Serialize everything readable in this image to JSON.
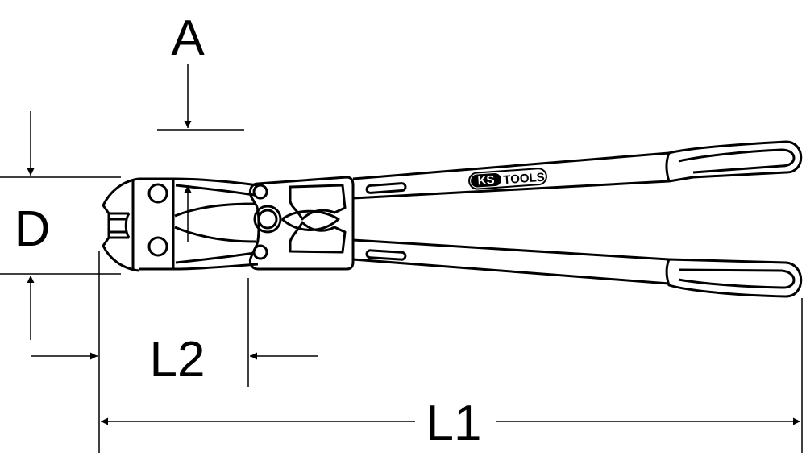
{
  "diagram": {
    "subject": "bolt-cutter",
    "dimension_labels": {
      "a": "A",
      "d": "D",
      "l1": "L1",
      "l2": "L2"
    },
    "logo": {
      "text_ks": "KS",
      "text_tools": "TOOLS"
    },
    "colors": {
      "stroke": "#000000",
      "background": "#ffffff"
    }
  }
}
